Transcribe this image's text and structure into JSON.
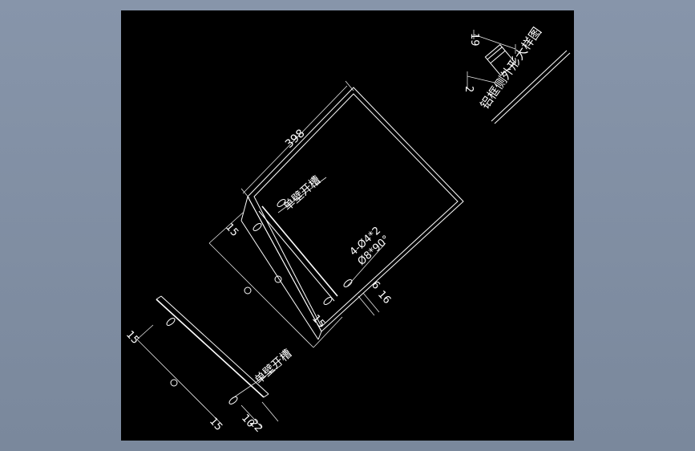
{
  "drawing": {
    "background": "#000000",
    "line_color": "#ffffff",
    "detail_title": "铝框侧外形大样图",
    "detail_dim_width": "19",
    "detail_dim_small": "2",
    "top_dim": "398",
    "slot_label_upper": "单壁开槽",
    "slot_label_lower": "单壁开槽",
    "hole_spec_line1": "4-Ø4*2",
    "hole_spec_line2": "Ø8*90°",
    "dim_upper_left": "15",
    "dim_upper_lower": "15",
    "dim_right_a": "6",
    "dim_right_b": "16",
    "dim_lower_left": "15",
    "dim_lower_bottom": "15",
    "dim_lower_10": "10",
    "dim_lower_22": "22"
  }
}
